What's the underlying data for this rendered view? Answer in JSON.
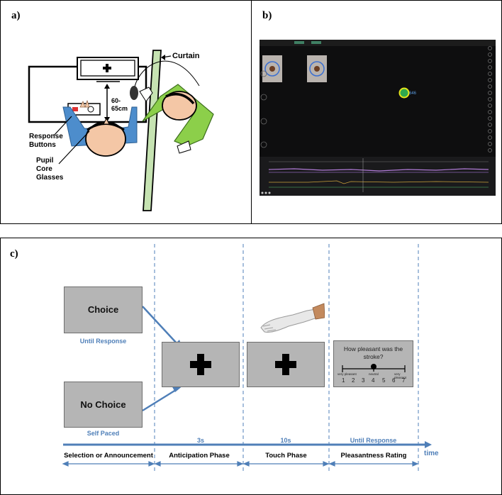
{
  "panel_a": {
    "label": "a)",
    "curtain": "Curtain",
    "distance_line1": "60-",
    "distance_line2": "65cm",
    "response_line1": "Response",
    "response_line2": "Buttons",
    "pupil_line1": "Pupil",
    "pupil_line2": "Core",
    "pupil_line3": "Glasses"
  },
  "panel_b": {
    "label": "b)",
    "gaze_value": "646"
  },
  "panel_c": {
    "label": "c)",
    "choice": "Choice",
    "no_choice": "No Choice",
    "until_response_left": "Until Response",
    "self_paced": "Self Paced",
    "duration_anticipation": "3s",
    "duration_touch": "10s",
    "duration_rating": "Until Response",
    "time_label": "time",
    "phases": {
      "selection": "Selection or Announcement",
      "anticipation": "Anticipation Phase",
      "touch": "Touch  Phase",
      "rating": "Pleasantness Rating"
    },
    "rating_scale": {
      "question_line1": "How pleasant was the",
      "question_line2": "stroke?",
      "left_anchor": "very pleasant",
      "mid_anchor": "neutral",
      "right_anchor": "very pleasant",
      "numbers": [
        "1",
        "2",
        "3",
        "4",
        "5",
        "6",
        "7"
      ],
      "selected_value": 4
    }
  },
  "colors": {
    "accent_blue": "#4f7fb8",
    "gray_box": "#b5b5b5",
    "shirt_green": "#8ccf4a"
  }
}
